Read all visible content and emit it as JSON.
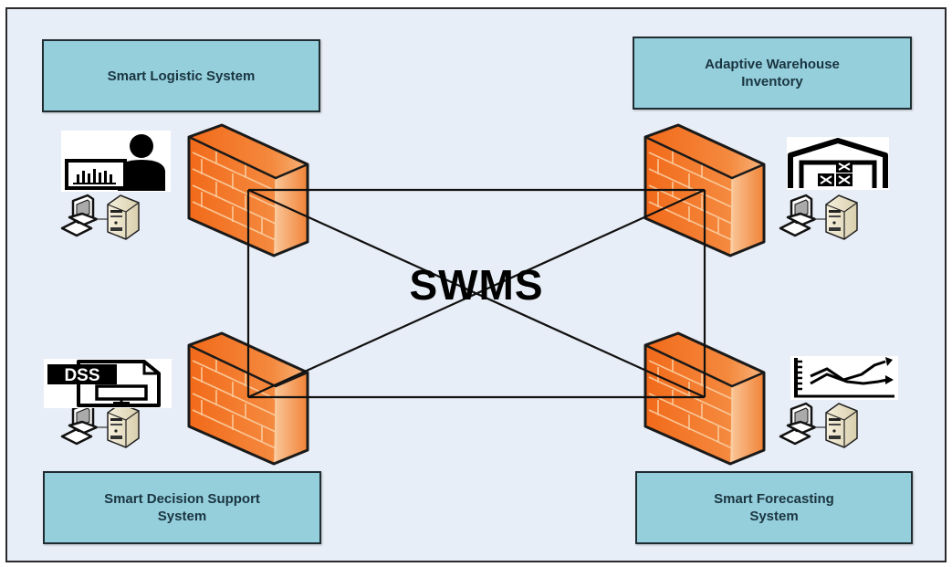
{
  "diagram": {
    "center_label": "SWMS",
    "colors": {
      "background": "#e8eef7",
      "box_fill": "#95cfdc",
      "box_text": "#1a3540",
      "firewall_fill": "#f08030",
      "line": "#111111"
    },
    "nodes": [
      {
        "id": "top-left",
        "label": "Smart Logistic System",
        "icon": "analyst-user-icon"
      },
      {
        "id": "top-right",
        "label": "Adaptive Warehouse\nInventory",
        "icon": "warehouse-icon"
      },
      {
        "id": "bottom-left",
        "label": "Smart Decision Support\nSystem",
        "icon": "dss-file-icon"
      },
      {
        "id": "bottom-right",
        "label": "Smart Forecasting\nSystem",
        "icon": "forecast-chart-icon"
      }
    ],
    "dss_icon_text": "DSS",
    "edges": [
      {
        "from": "top-left",
        "to": "top-right"
      },
      {
        "from": "top-left",
        "to": "bottom-left"
      },
      {
        "from": "top-right",
        "to": "bottom-right"
      },
      {
        "from": "bottom-left",
        "to": "bottom-right"
      },
      {
        "from": "top-left",
        "to": "bottom-right"
      },
      {
        "from": "top-right",
        "to": "bottom-left"
      }
    ]
  }
}
